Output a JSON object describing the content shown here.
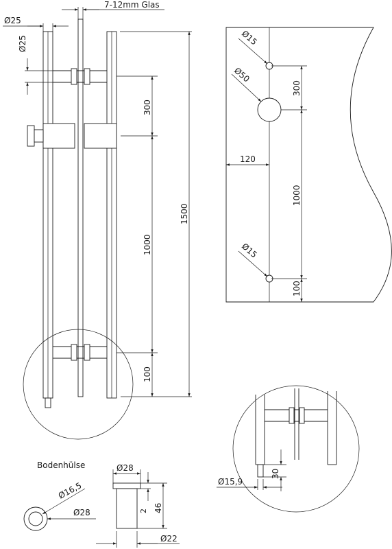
{
  "labels": {
    "glass_thickness": "7-12mm Glas",
    "dia_25_top": "Ø25",
    "dia_25_side": "Ø25",
    "dim_300_left": "300",
    "dim_1000_left": "1000",
    "dim_1500": "1500",
    "dim_100_left": "100",
    "dia_15_top": "Ø15",
    "dia_50": "Ø50",
    "dim_300_right": "300",
    "dim_120": "120",
    "dim_1000_right": "1000",
    "dia_15_bottom": "Ø15",
    "dim_100_right": "100",
    "bodenhulse_title": "Bodenhülse",
    "dia_16_5": "Ø16,5",
    "dia_28_ring": "Ø28",
    "dia_28_top": "Ø28",
    "dim_2": "2",
    "dim_46": "46",
    "dia_22": "Ø22",
    "dim_30": "30",
    "dia_15_9": "Ø15,9"
  }
}
